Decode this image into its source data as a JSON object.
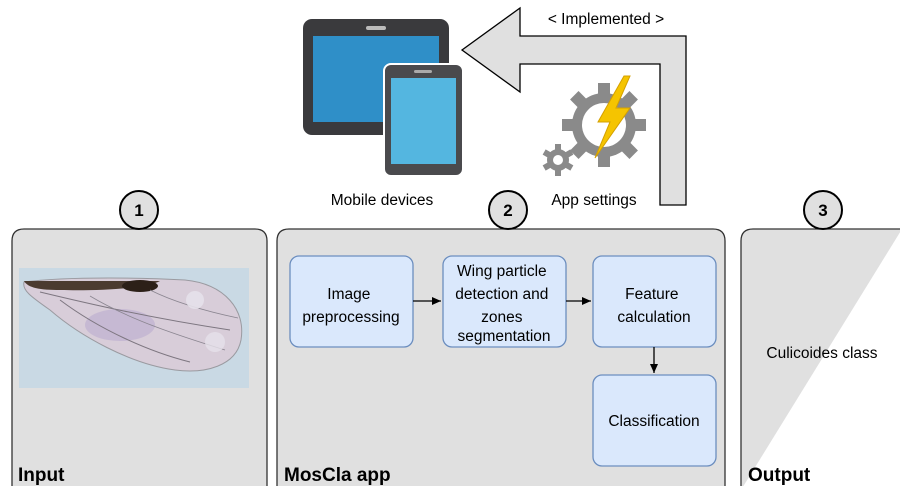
{
  "top": {
    "implemented_label": "< Implemented >",
    "mobile_devices_label": "Mobile devices",
    "app_settings_label": "App settings"
  },
  "panels": {
    "input": {
      "number": "1",
      "title": "Input"
    },
    "app": {
      "number": "2",
      "title": "MosCla app"
    },
    "output": {
      "number": "3",
      "title": "Output",
      "result": "Culicoides class"
    }
  },
  "steps": {
    "preprocessing": [
      "Image",
      "preprocessing"
    ],
    "segmentation": [
      "Wing particle",
      "detection and",
      "zones",
      "segmentation"
    ],
    "feature": [
      "Feature",
      "calculation"
    ],
    "classification": [
      "Classification"
    ]
  },
  "colors": {
    "panel_fill": "#e0e0e0",
    "node_fill": "#dae8fc",
    "node_stroke": "#6c8ebf",
    "lightning": "#f5c400"
  }
}
